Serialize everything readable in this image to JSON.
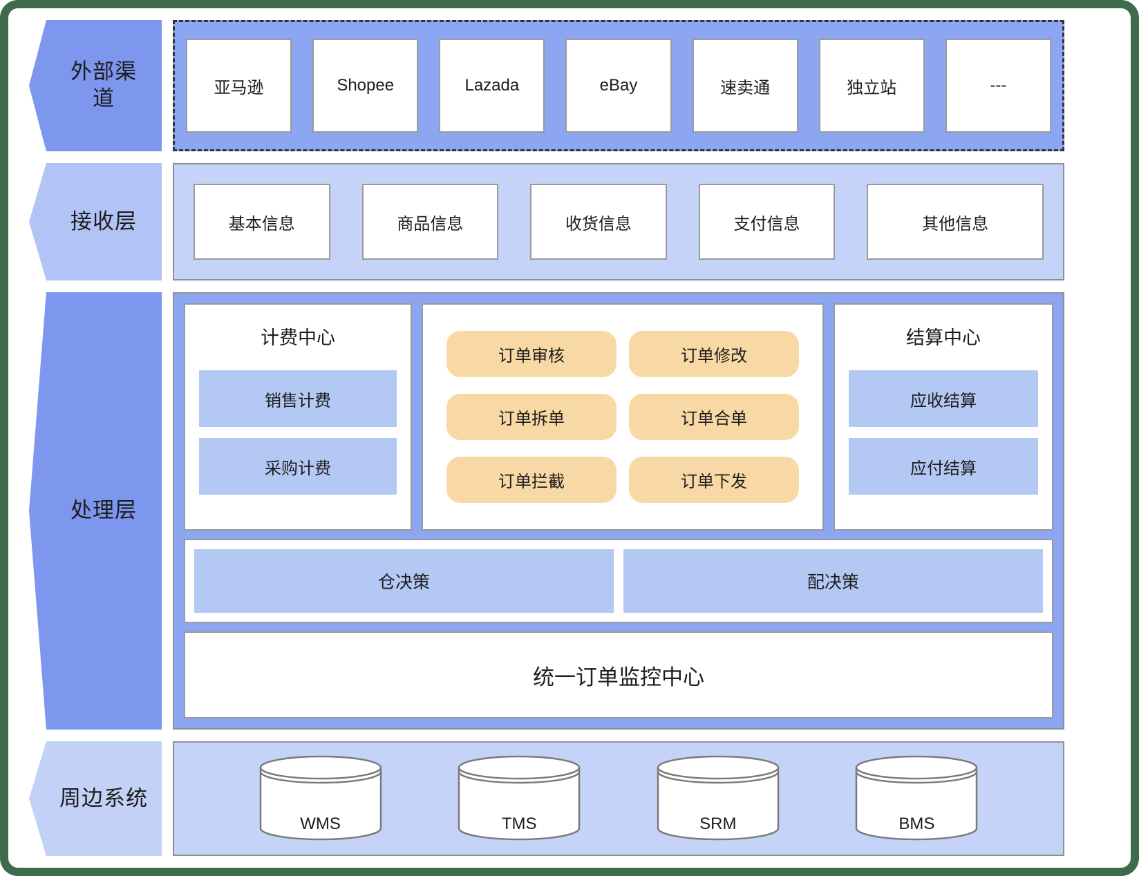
{
  "external": {
    "label": "外部渠道",
    "channels": [
      "亚马逊",
      "Shopee",
      "Lazada",
      "eBay",
      "速卖通",
      "独立站",
      "---"
    ]
  },
  "receiving": {
    "label": "接收层",
    "fields": [
      "基本信息",
      "商品信息",
      "收货信息",
      "支付信息",
      "其他信息"
    ]
  },
  "processing": {
    "label": "处理层",
    "billing": {
      "title": "计费中心",
      "items": [
        "销售计费",
        "采购计费"
      ]
    },
    "orders": [
      "订单审核",
      "订单修改",
      "订单拆单",
      "订单合单",
      "订单拦截",
      "订单下发"
    ],
    "settlement": {
      "title": "结算中心",
      "items": [
        "应收结算",
        "应付结算"
      ]
    },
    "decisions": [
      "仓决策",
      "配决策"
    ],
    "monitor": "统一订单监控中心"
  },
  "peripheral": {
    "label": "周边系统",
    "systems": [
      "WMS",
      "TMS",
      "SRM",
      "BMS"
    ]
  },
  "colors": {
    "frame_green": "#3e6b4c",
    "deep_blue": "#7d96ee",
    "panel_blue": "#8da6f1",
    "light_blue": "#b3c9f4",
    "pale_blue": "#c6d3f8",
    "orange": "#f8d8a4"
  }
}
